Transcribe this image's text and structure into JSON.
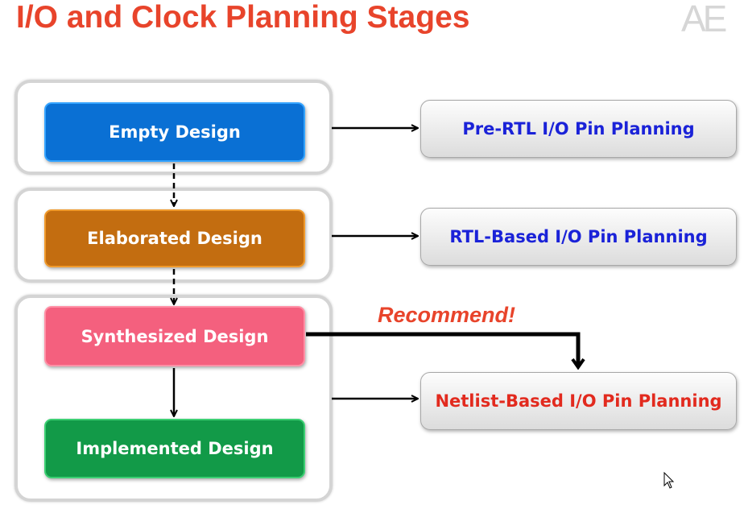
{
  "title": "I/O and Clock Planning Stages",
  "logo_text": "AE",
  "stages": [
    {
      "label": "Empty Design",
      "color": "#0a70d4"
    },
    {
      "label": "Elaborated Design",
      "color": "#c36d10"
    },
    {
      "label": "Synthesized Design",
      "color": "#f4607e"
    },
    {
      "label": "Implemented Design",
      "color": "#129a48"
    }
  ],
  "planning": [
    {
      "label": "Pre-RTL I/O Pin Planning",
      "color": "#1a22d8"
    },
    {
      "label": "RTL-Based I/O Pin Planning",
      "color": "#1a22d8"
    },
    {
      "label": "Netlist-Based I/O Pin Planning",
      "color": "#e22a1e"
    }
  ],
  "recommend_label": "Recommend!"
}
